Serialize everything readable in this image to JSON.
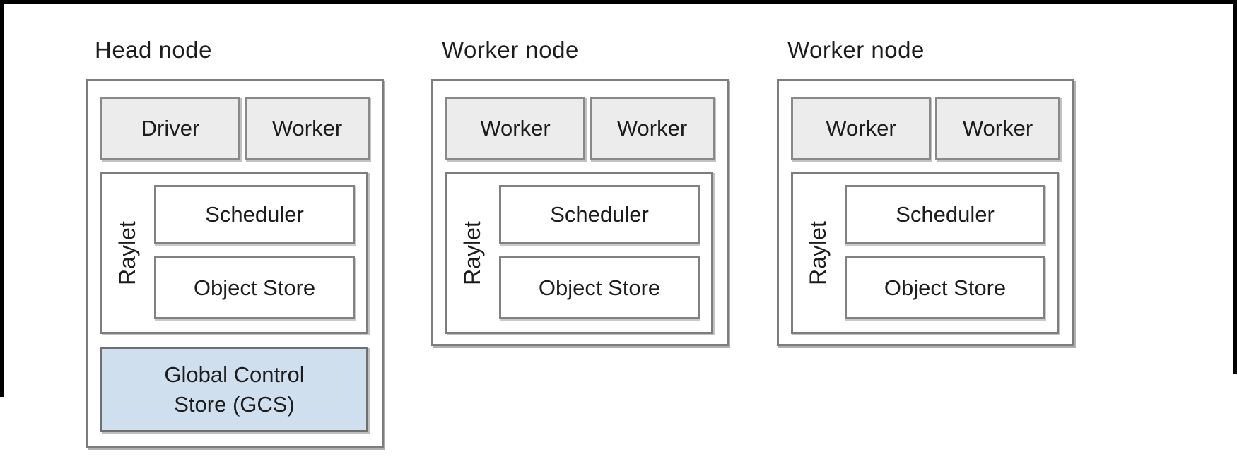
{
  "colors": {
    "frame": "#000000",
    "node_border": "#7d7d7d",
    "proc_fill": "#ececec",
    "gcs_fill": "#cfdfee",
    "text": "#1c1c1c"
  },
  "nodes": [
    {
      "title": "Head node",
      "top_boxes": [
        "Driver",
        "Worker"
      ],
      "raylet": {
        "label": "Raylet",
        "children": [
          "Scheduler",
          "Object Store"
        ]
      },
      "gcs_label": "Global Control Store (GCS)"
    },
    {
      "title": "Worker node",
      "top_boxes": [
        "Worker",
        "Worker"
      ],
      "raylet": {
        "label": "Raylet",
        "children": [
          "Scheduler",
          "Object Store"
        ]
      }
    },
    {
      "title": "Worker node",
      "top_boxes": [
        "Worker",
        "Worker"
      ],
      "raylet": {
        "label": "Raylet",
        "children": [
          "Scheduler",
          "Object Store"
        ]
      }
    }
  ]
}
